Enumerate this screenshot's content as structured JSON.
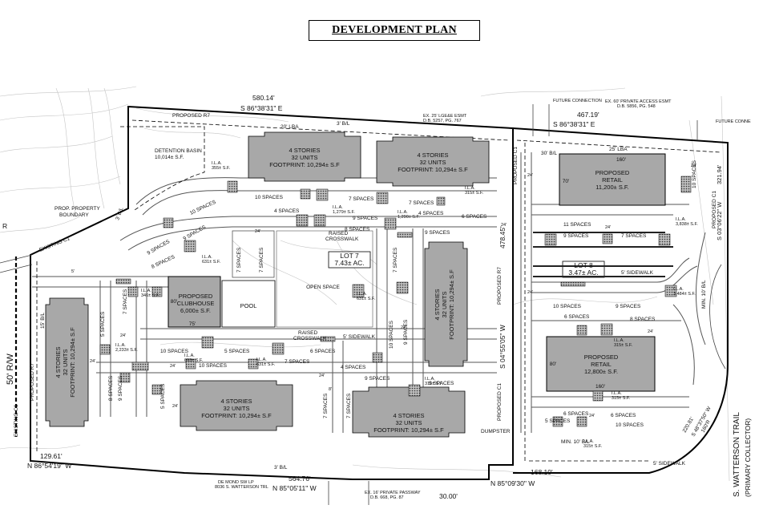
{
  "title": "DEVELOPMENT PLAN",
  "boundary": {
    "north_dim": "580.14'",
    "north_bearing": "S 86°38'31\" E",
    "south_dim1": "129.61'",
    "south_bearing1": "N 86°54'19\" W",
    "south_dim2": "564.76'",
    "south_bearing2": "N 85°05'11\" W",
    "east_dim": "467.19'",
    "east_bearing": "S 86°38'31\" E",
    "retail_south_dim": "168.10'",
    "retail_south_bearing": "N 85°09'30\" W",
    "small_dim": "30.00'",
    "east_side_dim": "478.45'",
    "east_side_bearing": "S 04°55'05\" W",
    "far_east_bearing": "S 03°06'22\" W",
    "far_east_dim": "321.94'",
    "arc_label1": "220.81'",
    "arc_label2": "S 48°37'50\" W",
    "arc_label3": "160'R"
  },
  "labels": {
    "proposed_r7_top": "PROPOSED R7",
    "lba_20": "20' LBA",
    "bl_3": "3' B/L",
    "lba_25": "25' LBA",
    "bl_30": "30' B/L",
    "future_connection": "FUTURE CONNECTION",
    "future_connection_2": "FUTURE CONNE",
    "access_esmt": "EX. 60' PRIVATE ACCESS ESMT",
    "access_ref": "D.B. 5856, PG. 548",
    "ex_esmt": "EX. 25' LGE&E ESMT",
    "ex_esmt_ref": "D.B. 5257, PG. 767",
    "detention_name": "DETENTION BASIN",
    "detention_area": "10,014± S.F.",
    "prop_boundary1": "PROP. PROPERTY",
    "prop_boundary2": "BOUNDARY",
    "existing_c1": "EXISTING C1",
    "existing_c1_left": "EXISTING C1",
    "row_50": "50' R/W",
    "fifteen_bl": "15' B/L",
    "proposed_r7_left": "PROPOSED R7",
    "proposed_r7_mid": "PROPOSED R7",
    "proposed_c1_mid": "PROPOSED C1",
    "proposed_c1_top": "PROPOSED C1",
    "proposed_c1_right": "PROPOSED C1",
    "raised_crosswalk_top1": "RAISED",
    "raised_crosswalk_top2": "CROSSWALK",
    "raised_crosswalk_bot1": "RAISED",
    "raised_crosswalk_bot2": "CROSSWALK",
    "sidewalk_mid": "5' SIDEWALK",
    "sidewalk_right": "5' SIDEWALK",
    "sidewalk_bottom": "5' SIDEWALK",
    "min_10_bl": "MIN. 10' B/L",
    "min_10_bl_right": "MIN. 10' B/L",
    "dumpster": "DUMPSTER",
    "private_passway1": "EX. 16' PRIVATE PASSWAY",
    "private_passway2": "D.B. 668, PG. 87",
    "owner1": "DE MOND SW LP",
    "owner2": "8036 S. WATTERSON TRL",
    "street1": "S. WATTERSON TRAIL",
    "street2": "(PRIMARY COLLECTOR)",
    "bl_3_bottom": "3' B/L",
    "left_bl": "3' B/L",
    "edge_letter": "R"
  },
  "buildings": [
    {
      "line1": "4 STORIES",
      "line2": "32 UNITS",
      "line3": "FOOTPRINT: 10,294± S.F"
    },
    {
      "line1": "4 STORIES",
      "line2": "32 UNITS",
      "line3": "FOOTPRINT: 10,294± S.F"
    },
    {
      "line1": "4 STORIES",
      "line2": "32 UNITS",
      "line3": "FOOTPRINT: 10,294± S.F"
    },
    {
      "line1": "4 STORIES",
      "line2": "32 UNITS",
      "line3": "FOOTPRINT: 10,294± S.F"
    },
    {
      "line1": "4 STORIES",
      "line2": "32 UNITS",
      "line3": "FOOTPRINT: 10,294± S.F"
    },
    {
      "line1": "4 STORIES",
      "line2": "32 UNITS",
      "line3": "FOOTPRINT: 10,294± S.F"
    }
  ],
  "retail": [
    {
      "line1": "PROPOSED",
      "line2": "RETAIL",
      "line3": "11,200± S.F.",
      "dim_top": "160'",
      "dim_side": "70'"
    },
    {
      "line1": "PROPOSED",
      "line2": "RETAIL",
      "line3": "12,800± S.F.",
      "dim_top": "160'",
      "dim_side": "80'"
    }
  ],
  "clubhouse": {
    "line1": "PROPOSED",
    "line2": "CLUBHOUSE",
    "line3": "6,000± S.F.",
    "dim_side": "80'",
    "dim_bottom": "75'"
  },
  "pool": "POOL",
  "open_space": "OPEN SPACE",
  "lot7": {
    "name": "LOT 7",
    "area": "7.43± AC."
  },
  "lot8": {
    "name": "LOT 8",
    "area": "3.47± AC."
  },
  "ila": [
    {
      "l1": "I.L.A.",
      "l2": "355± S.F."
    },
    {
      "l1": "I.L.A.",
      "l2": "1,279± S.F."
    },
    {
      "l1": "I.L.A.",
      "l2": "1,290± S.F."
    },
    {
      "l1": "I.L.A.",
      "l2": "315± S.F."
    },
    {
      "l1": "I.L.A.",
      "l2": "631± S.F."
    },
    {
      "l1": "I.L.A.",
      "l2": "346± S.F."
    },
    {
      "l1": "I.L.A.",
      "l2": "631± S.F."
    },
    {
      "l1": "I.L.A.",
      "l2": "2,233± S.F."
    },
    {
      "l1": "I.L.A.",
      "l2": "693± S.F."
    },
    {
      "l1": "I.L.A.",
      "l2": "631± S.F."
    },
    {
      "l1": "I.L.A.",
      "l2": "315± S.F."
    },
    {
      "l1": "I.L.A.",
      "l2": "3,838± S.F."
    },
    {
      "l1": "I.L.A.",
      "l2": "3,484± S.F."
    },
    {
      "l1": "I.L.A.",
      "l2": "315± S.F."
    },
    {
      "l1": "I.L.A.",
      "l2": "315± S.F."
    },
    {
      "l1": "I.L.A.",
      "l2": "315± S.F."
    }
  ],
  "spaces": {
    "s10": "10 SPACES",
    "s9": "9 SPACES",
    "s8": "8 SPACES",
    "s7": "7 SPACES",
    "s6": "6 SPACES",
    "s5": "5 SPACES",
    "s4": "4 SPACES",
    "s11": "11 SPACES"
  },
  "dims": {
    "d24": "24'",
    "d5": "5'",
    "d8": "8'"
  }
}
